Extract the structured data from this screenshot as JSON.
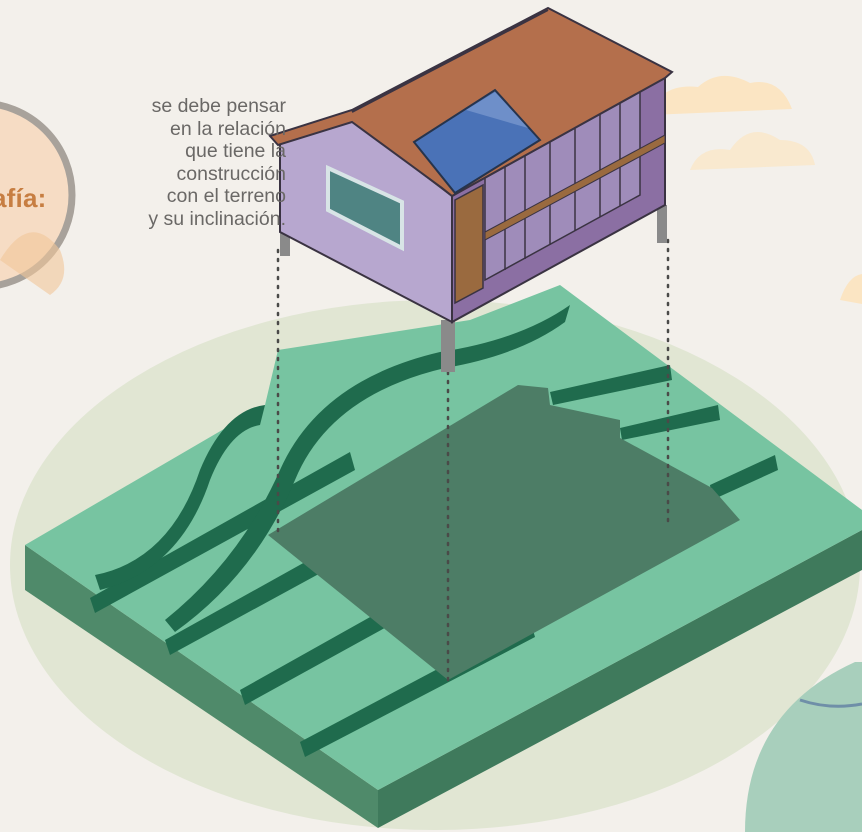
{
  "badge": {
    "label": "afía:"
  },
  "caption": {
    "text": "se debe pensar\nen la relación\nque tiene la\nconstrucción\ncon el terreno\ny su inclinación."
  },
  "colors": {
    "background": "#f3f0eb",
    "terrain_top": "#77c4a1",
    "terrain_dark_edge": "#1f6b4d",
    "terrain_side": "#4f8a6a",
    "footprint": "#4d7d66",
    "house_wall": "#b7a7cf",
    "house_wall_shadow": "#8b6fa3",
    "roof": "#b46f4c",
    "solar_panel": "#4a72b7",
    "window": "#4f8483",
    "badge_text": "#c77e42",
    "badge_ring": "#a8a29b"
  },
  "icons": [
    "house-illustration",
    "terrain-illustration",
    "cloud-icon"
  ]
}
